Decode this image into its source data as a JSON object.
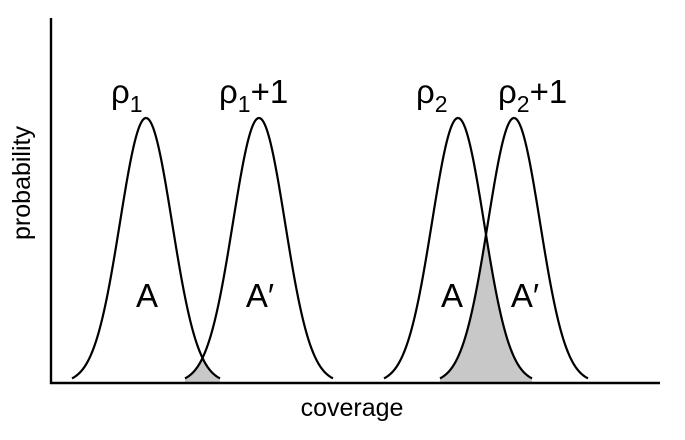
{
  "axes": {
    "x_label": "coverage",
    "y_label": "probability"
  },
  "peaks": [
    {
      "id": "p1",
      "symbol": "ρ",
      "sub": "1",
      "suffix": "",
      "area_label": "A"
    },
    {
      "id": "p1b",
      "symbol": "ρ",
      "sub": "1",
      "suffix": "+1",
      "area_label": "A′"
    },
    {
      "id": "p2",
      "symbol": "ρ",
      "sub": "2",
      "suffix": "",
      "area_label": "A"
    },
    {
      "id": "p2b",
      "symbol": "ρ",
      "sub": "2",
      "suffix": "+1",
      "area_label": "A′"
    }
  ],
  "colors": {
    "line": "#000000",
    "overlap_fill": "#c8c8c8",
    "background": "#ffffff"
  }
}
